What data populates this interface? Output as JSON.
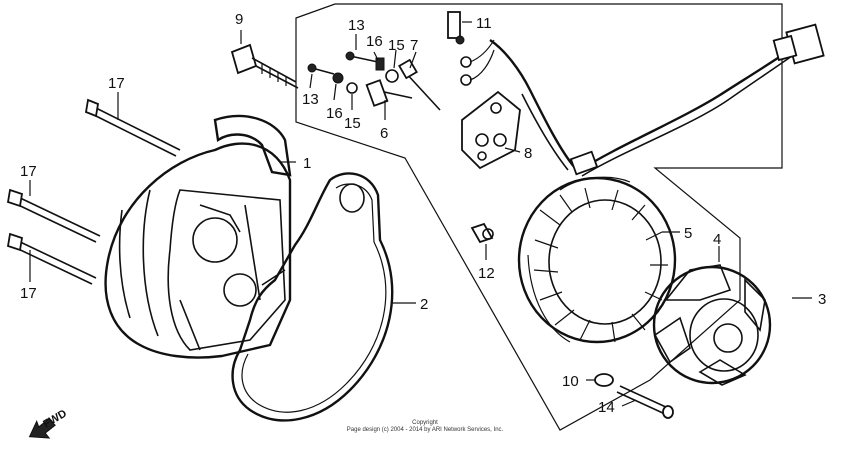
{
  "diagram": {
    "part_labels": [
      {
        "id": "p1",
        "text": "1"
      },
      {
        "id": "p2",
        "text": "2"
      },
      {
        "id": "p3",
        "text": "3"
      },
      {
        "id": "p4",
        "text": "4"
      },
      {
        "id": "p5",
        "text": "5"
      },
      {
        "id": "p6",
        "text": "6"
      },
      {
        "id": "p7",
        "text": "7"
      },
      {
        "id": "p8",
        "text": "8"
      },
      {
        "id": "p9",
        "text": "9"
      },
      {
        "id": "p10",
        "text": "10"
      },
      {
        "id": "p11",
        "text": "11"
      },
      {
        "id": "p12",
        "text": "12"
      },
      {
        "id": "p13a",
        "text": "13"
      },
      {
        "id": "p13b",
        "text": "13"
      },
      {
        "id": "p14",
        "text": "14"
      },
      {
        "id": "p15a",
        "text": "15"
      },
      {
        "id": "p15b",
        "text": "15"
      },
      {
        "id": "p16a",
        "text": "16"
      },
      {
        "id": "p16b",
        "text": "16"
      },
      {
        "id": "p17a",
        "text": "17"
      },
      {
        "id": "p17b",
        "text": "17"
      },
      {
        "id": "p17c",
        "text": "17"
      }
    ],
    "direction_label": "FWD",
    "copyright_line1": "Copyright",
    "copyright_line2": "Page design (c) 2004 - 2014 by ARI Network Services, Inc."
  }
}
